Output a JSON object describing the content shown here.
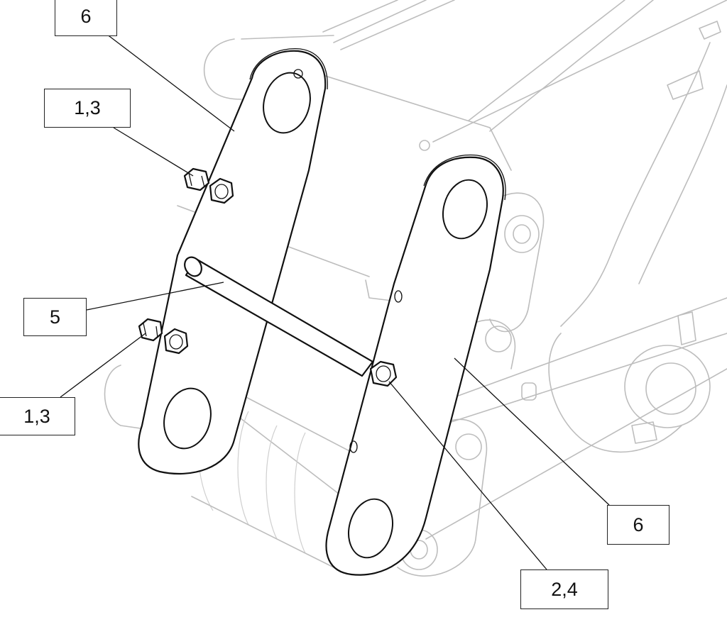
{
  "callouts": {
    "top_left": "6",
    "upper_left": "1,3",
    "middle_left": "5",
    "lower_left": "1,3",
    "lower_right": "6",
    "bottom_right": "2,4"
  },
  "colors": {
    "part_line": "#111111",
    "background_line": "#bdbdbd",
    "background": "#ffffff"
  }
}
